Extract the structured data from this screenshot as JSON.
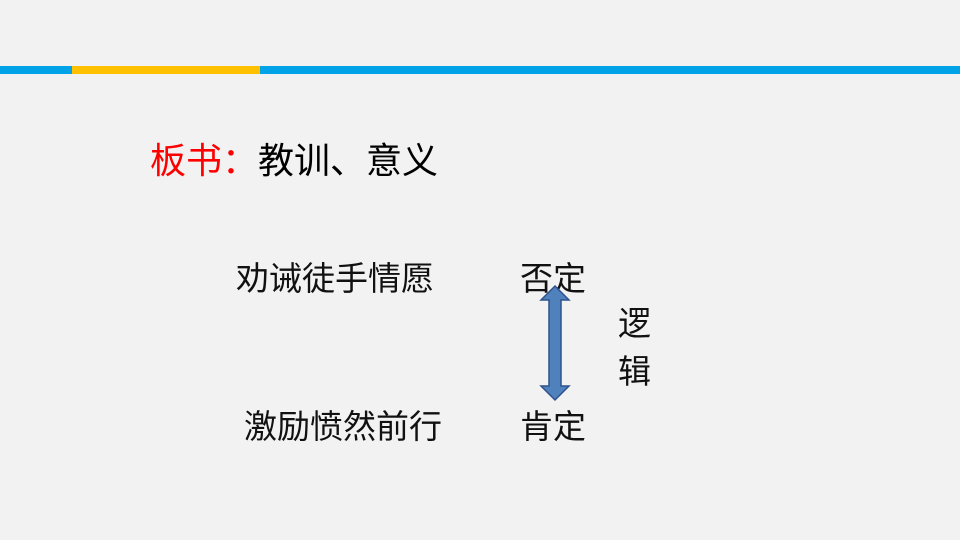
{
  "slide": {
    "title_prefix": "板书：",
    "title_text": "教训、意义",
    "row1": {
      "left": "劝诫徒手情愿",
      "right": "否定"
    },
    "row2": {
      "left": "激励愤然前行",
      "right": "肯定"
    },
    "vertical": [
      "逻",
      "辑"
    ]
  },
  "colors": {
    "accent_blue": "#00a2e8",
    "accent_yellow": "#ffc000",
    "title_red": "#ff0000",
    "arrow_fill": "#4f81bd"
  }
}
